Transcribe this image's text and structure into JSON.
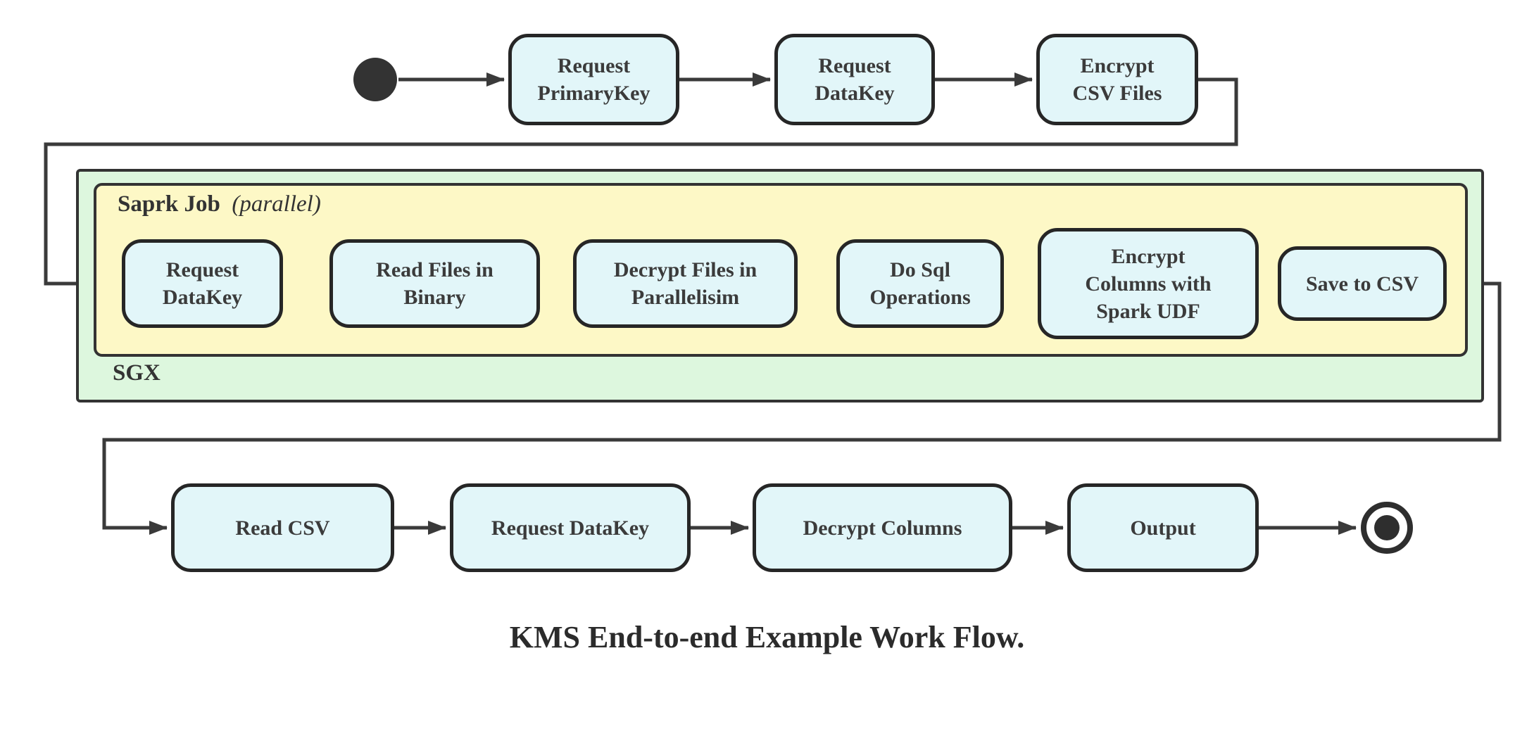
{
  "title": "KMS End-to-end Example Work Flow.",
  "colors": {
    "node_fill": "#e2f6f9",
    "node_border": "#262626",
    "sgx_fill": "#ddf7de",
    "spark_fill": "#fdf8c6",
    "line": "#3a3a3a",
    "text": "#3b3b3b"
  },
  "containers": {
    "sgx": {
      "label": "SGX"
    },
    "spark": {
      "label": "Saprk Job",
      "label_suffix": "(parallel)"
    }
  },
  "top_nodes": [
    {
      "label": "Request\nPrimaryKey"
    },
    {
      "label": "Request\nDataKey"
    },
    {
      "label": "Encrypt\nCSV Files"
    }
  ],
  "spark_nodes": [
    {
      "label": "Request\nDataKey"
    },
    {
      "label": "Read Files in\nBinary"
    },
    {
      "label": "Decrypt Files in\nParallelisim"
    },
    {
      "label": "Do Sql\nOperations"
    },
    {
      "label": "Encrypt\nColumns with\nSpark UDF"
    },
    {
      "label": "Save to CSV"
    }
  ],
  "bottom_nodes": [
    {
      "label": "Read CSV"
    },
    {
      "label": "Request DataKey"
    },
    {
      "label": "Decrypt Columns"
    },
    {
      "label": "Output"
    }
  ],
  "icons": {
    "start": "start-node",
    "end": "end-node",
    "arrow": "arrowhead"
  }
}
